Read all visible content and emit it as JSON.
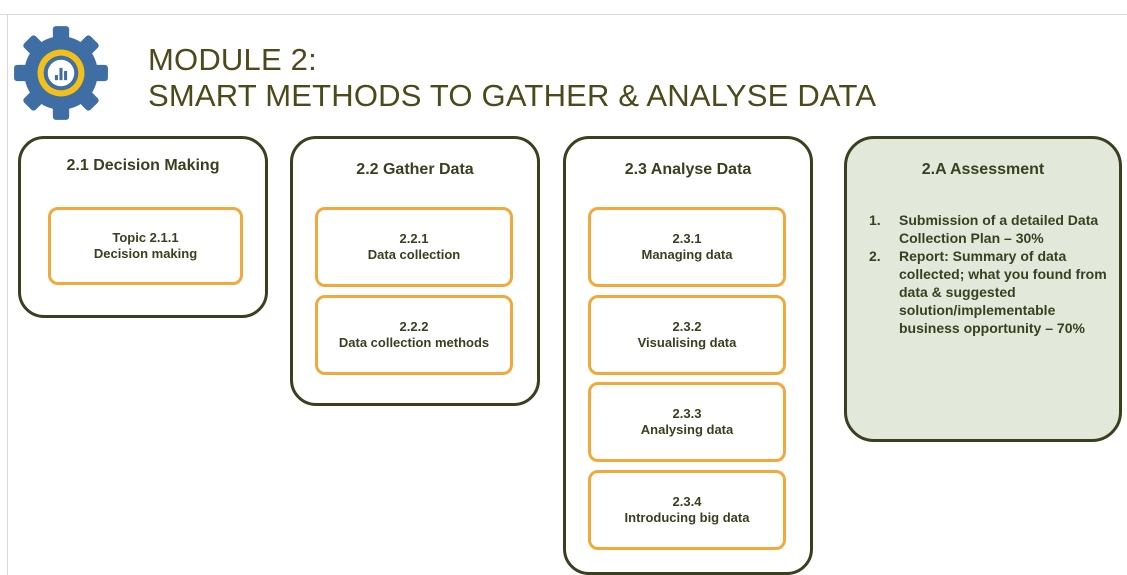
{
  "header": {
    "title_line1": "MODULE 2:",
    "title_line2": "SMART METHODS TO GATHER & ANALYSE DATA"
  },
  "colors": {
    "title": "#4a4a1a",
    "column_border": "#39401f",
    "topic_border": "#f2a93b",
    "gear": "#3e6ea3",
    "gear_ring": "#f3bf1b",
    "assessment_bg": "#e2e8da"
  },
  "logo_icon": "gear-chart-icon",
  "columns": [
    {
      "title": "2.1 Decision Making",
      "topics": [
        {
          "code": "Topic 2.1.1",
          "name": "Decision making"
        }
      ]
    },
    {
      "title": "2.2 Gather Data",
      "topics": [
        {
          "code": "2.2.1",
          "name": "Data collection"
        },
        {
          "code": "2.2.2",
          "name": "Data collection methods"
        }
      ]
    },
    {
      "title": "2.3 Analyse Data",
      "topics": [
        {
          "code": "2.3.1",
          "name": "Managing data"
        },
        {
          "code": "2.3.2",
          "name": "Visualising data"
        },
        {
          "code": "2.3.3",
          "name": "Analysing data"
        },
        {
          "code": "2.3.4",
          "name": "Introducing big data"
        }
      ]
    }
  ],
  "assessment": {
    "title": "2.A Assessment",
    "items": [
      {
        "num": "1.",
        "text": "Submission of a detailed Data Collection Plan – 30%"
      },
      {
        "num": "2.",
        "text": "Report: Summary of data collected; what you found from data & suggested solution/implementable business opportunity – 70%"
      }
    ]
  }
}
